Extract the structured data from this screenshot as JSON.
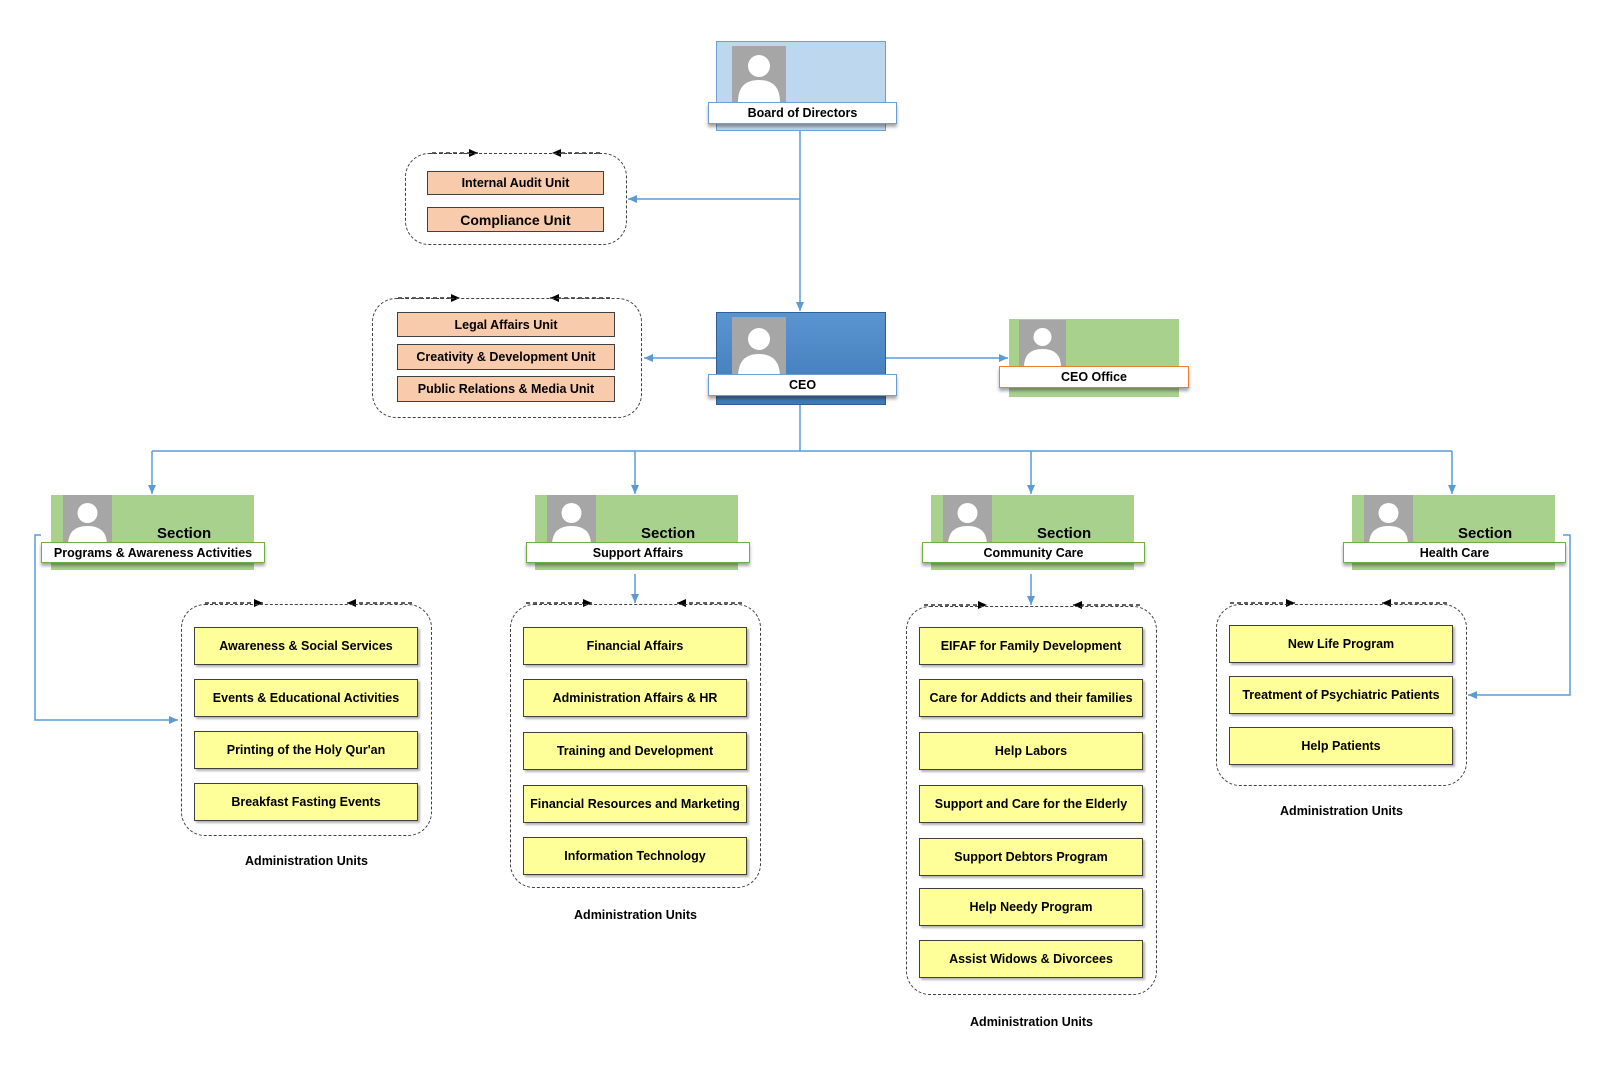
{
  "board": {
    "label": "Board of Directors"
  },
  "ceo": {
    "label": "CEO"
  },
  "ceo_office": {
    "label": "CEO Office"
  },
  "audit_group": {
    "units": [
      "Internal Audit Unit",
      "Compliance Unit"
    ]
  },
  "ceo_units_group": {
    "units": [
      "Legal Affairs Unit",
      "Creativity & Development Unit",
      "Public Relations & Media Unit"
    ]
  },
  "sections": [
    {
      "word": "Section",
      "name": "Programs & Awareness Activities",
      "units": [
        "Awareness & Social Services",
        "Events & Educational Activities",
        "Printing of the Holy Qur'an",
        "Breakfast Fasting Events"
      ],
      "caption": "Administration Units"
    },
    {
      "word": "Section",
      "name": "Support Affairs",
      "units": [
        "Financial Affairs",
        "Administration Affairs & HR",
        "Training and Development",
        "Financial Resources and Marketing",
        "Information Technology"
      ],
      "caption": "Administration Units"
    },
    {
      "word": "Section",
      "name": "Community Care",
      "units": [
        "EIFAF for Family Development",
        "Care for Addicts and their families",
        "Help Labors",
        "Support and Care for the Elderly",
        "Support Debtors Program",
        "Help Needy Program",
        "Assist Widows & Divorcees"
      ],
      "caption": "Administration Units"
    },
    {
      "word": "Section",
      "name": "Health Care",
      "units": [
        "New Life Program",
        "Treatment of Psychiatric Patients",
        "Help Patients"
      ],
      "caption": "Administration Units"
    }
  ],
  "colors": {
    "connector": "#5b9bd5",
    "board_fill": "#bdd7ee",
    "ceo_fill": "#4f87c4",
    "section_fill": "#a9d18e",
    "unit_yellow": "#ffff99",
    "unit_peach": "#f8cbad"
  },
  "icons": [
    "person-avatar-icon",
    "arrow-icon"
  ]
}
